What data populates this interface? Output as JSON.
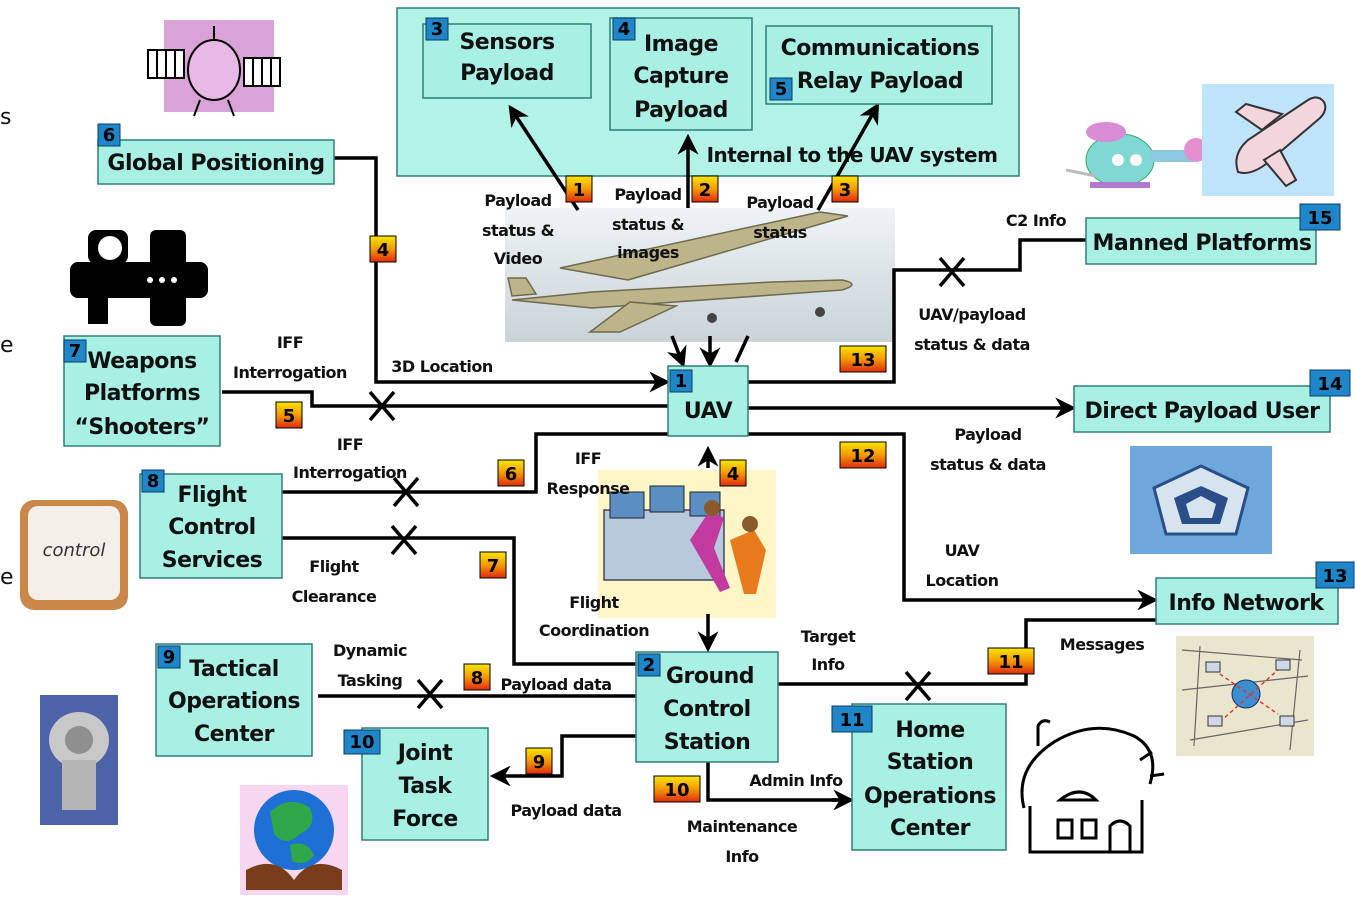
{
  "nodes": {
    "sensors_payload": {
      "num": "3",
      "lines": [
        "Sensors",
        "Payload"
      ]
    },
    "image_capture_payload": {
      "num": "4",
      "lines": [
        "Image",
        "Capture",
        "Payload"
      ]
    },
    "comm_relay_payload": {
      "num": "5",
      "lines": [
        "Communications",
        "Relay Payload"
      ]
    },
    "internal_caption": "Internal to the UAV system",
    "global_positioning": {
      "num": "6",
      "lines": [
        "Global Positioning"
      ]
    },
    "weapons_platforms": {
      "num": "7",
      "lines": [
        "Weapons",
        "Platforms",
        "“Shooters”"
      ]
    },
    "flight_control_services": {
      "num": "8",
      "lines": [
        "Flight",
        "Control",
        "Services"
      ]
    },
    "tactical_ops_center": {
      "num": "9",
      "lines": [
        "Tactical",
        "Operations",
        "Center"
      ]
    },
    "joint_task_force": {
      "num": "10",
      "lines": [
        "Joint",
        "Task",
        "Force"
      ]
    },
    "uav": {
      "num": "1",
      "lines": [
        "UAV"
      ]
    },
    "ground_control_station": {
      "num": "2",
      "lines": [
        "Ground",
        "Control",
        "Station"
      ]
    },
    "home_station_ops_center": {
      "num": "11",
      "lines": [
        "Home",
        "Station",
        "Operations",
        "Center"
      ]
    },
    "info_network": {
      "num": "13",
      "lines": [
        "Info Network"
      ]
    },
    "direct_payload_user": {
      "num": "14",
      "lines": [
        "Direct Payload User"
      ]
    },
    "manned_platforms": {
      "num": "15",
      "lines": [
        "Manned Platforms"
      ]
    }
  },
  "link_numbers": {
    "l1": "1",
    "l2": "2",
    "l3": "3",
    "l4a": "4",
    "l4b": "4",
    "l5": "5",
    "l6": "6",
    "l7": "7",
    "l8": "8",
    "l9": "9",
    "l10": "10",
    "l11": "11",
    "l12": "12",
    "l13": "13"
  },
  "link_labels": {
    "payload_status_video": [
      "Payload",
      "status &",
      "Video"
    ],
    "payload_status_images": [
      "Payload",
      "status &",
      "images"
    ],
    "payload_status": [
      "Payload",
      "status"
    ],
    "location_3d": "3D Location",
    "iff_interrogation_weapons": [
      "IFF",
      "Interrogation"
    ],
    "iff_interrogation_flight": [
      "IFF",
      "Interrogation"
    ],
    "iff_response": [
      "IFF",
      "Response"
    ],
    "flight_clearance": [
      "Flight",
      "Clearance"
    ],
    "flight_coordination": [
      "Flight",
      "Coordination"
    ],
    "dynamic_tasking": [
      "Dynamic",
      "Tasking"
    ],
    "payload_data_tactical": "Payload data",
    "payload_data_jtf": "Payload data",
    "maintenance_info": [
      "Maintenance",
      "Info"
    ],
    "admin_info": "Admin Info",
    "target_info": [
      "Target",
      "Info"
    ],
    "messages": "Messages",
    "uav_location": [
      "UAV",
      "Location"
    ],
    "payload_status_data": [
      "Payload",
      "status & data"
    ],
    "uav_payload_status_data": [
      "UAV/payload",
      "status & data"
    ],
    "c2_info": "C2 Info"
  },
  "clipart": {
    "control_key_label": "control"
  },
  "edge_fragments": [
    "s",
    "e",
    "e"
  ],
  "colors": {
    "box_fill": "#a8f0e4",
    "box_stroke": "#2e7f78",
    "node_number_fill": "#1f86c9",
    "link_number_top": "#f7e600",
    "link_number_bottom": "#e02a10",
    "connector": "#000000"
  }
}
